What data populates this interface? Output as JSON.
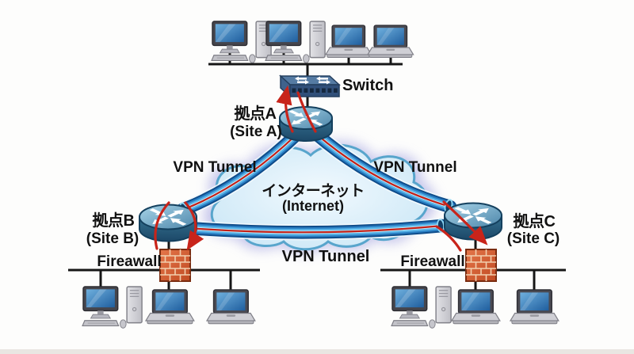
{
  "labels": {
    "switch": "Switch",
    "site_a_jp": "拠点A",
    "site_a_en": "(Site A)",
    "site_b_jp": "拠点B",
    "site_b_en": "(Site B)",
    "site_c_jp": "拠点C",
    "site_c_en": "(Site C)",
    "internet_jp": "インターネット",
    "internet_en": "(Internet)",
    "vpn_tunnel_left": "VPN Tunnel",
    "vpn_tunnel_right": "VPN Tunnel",
    "vpn_tunnel_bottom": "VPN Tunnel",
    "firewall_b": "Fireawall",
    "firewall_c": "Fireawall"
  },
  "colors": {
    "background": "#fdfdfc",
    "bottom_strip": "#e9e6e2",
    "text": "#111111",
    "line_black": "#161616",
    "tunnel_outline": "#0f4c8a",
    "tunnel_mid": "#2a7fc4",
    "tunnel_light": "#58b2e6",
    "tunnel_core": "#c8f0fc",
    "traffic_red": "#c8241a",
    "cloud_fill": "#d6ecf9",
    "cloud_border": "#58a5cc",
    "cloud_glow": "#9a9ade",
    "router_top": "#7db4cf",
    "router_body": "#2d6689",
    "switch_top": "#557ba3",
    "switch_front": "#31507a",
    "firewall_brick": "#d2562d",
    "firewall_mortar": "#f2cfae",
    "screen_blue": "#3a7cb8"
  }
}
